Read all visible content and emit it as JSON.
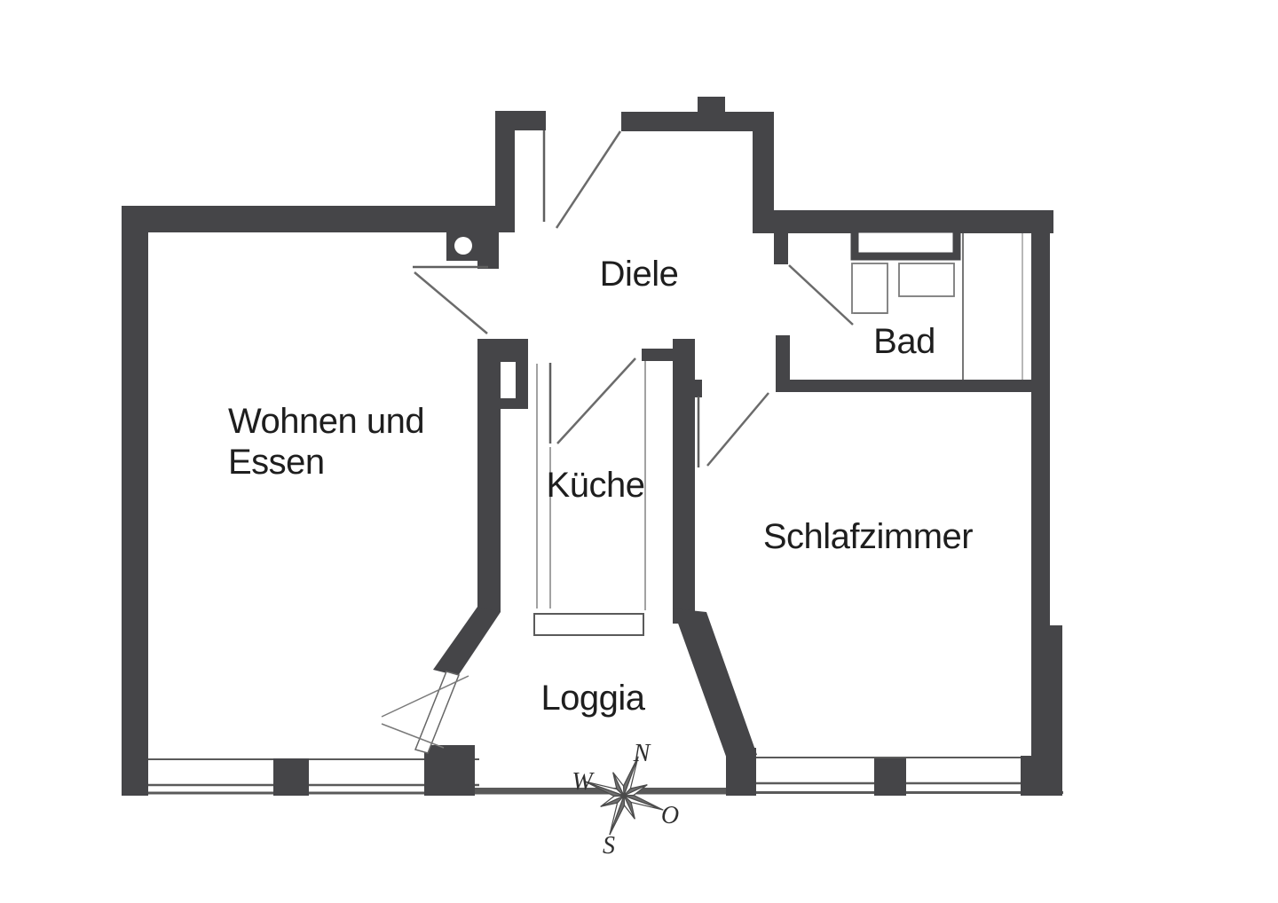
{
  "colors": {
    "wall": "#454548",
    "thin_line": "#8a8a8a",
    "window_line": "#5a5a5a",
    "text": "#1e1e1e",
    "compass_dark": "#6e6e6e",
    "compass_light": "#ffffff",
    "compass_stroke": "#4a4a4a"
  },
  "rooms": {
    "diele": {
      "label": "Diele"
    },
    "bad": {
      "label": "Bad"
    },
    "wohnen": {
      "line1": "Wohnen und",
      "line2": "Essen"
    },
    "kueche": {
      "label": "Küche"
    },
    "schlafzimmer": {
      "label": "Schlafzimmer"
    },
    "loggia": {
      "label": "Loggia"
    }
  },
  "compass": {
    "north": "N",
    "west": "W",
    "east": "O",
    "south": "S"
  }
}
